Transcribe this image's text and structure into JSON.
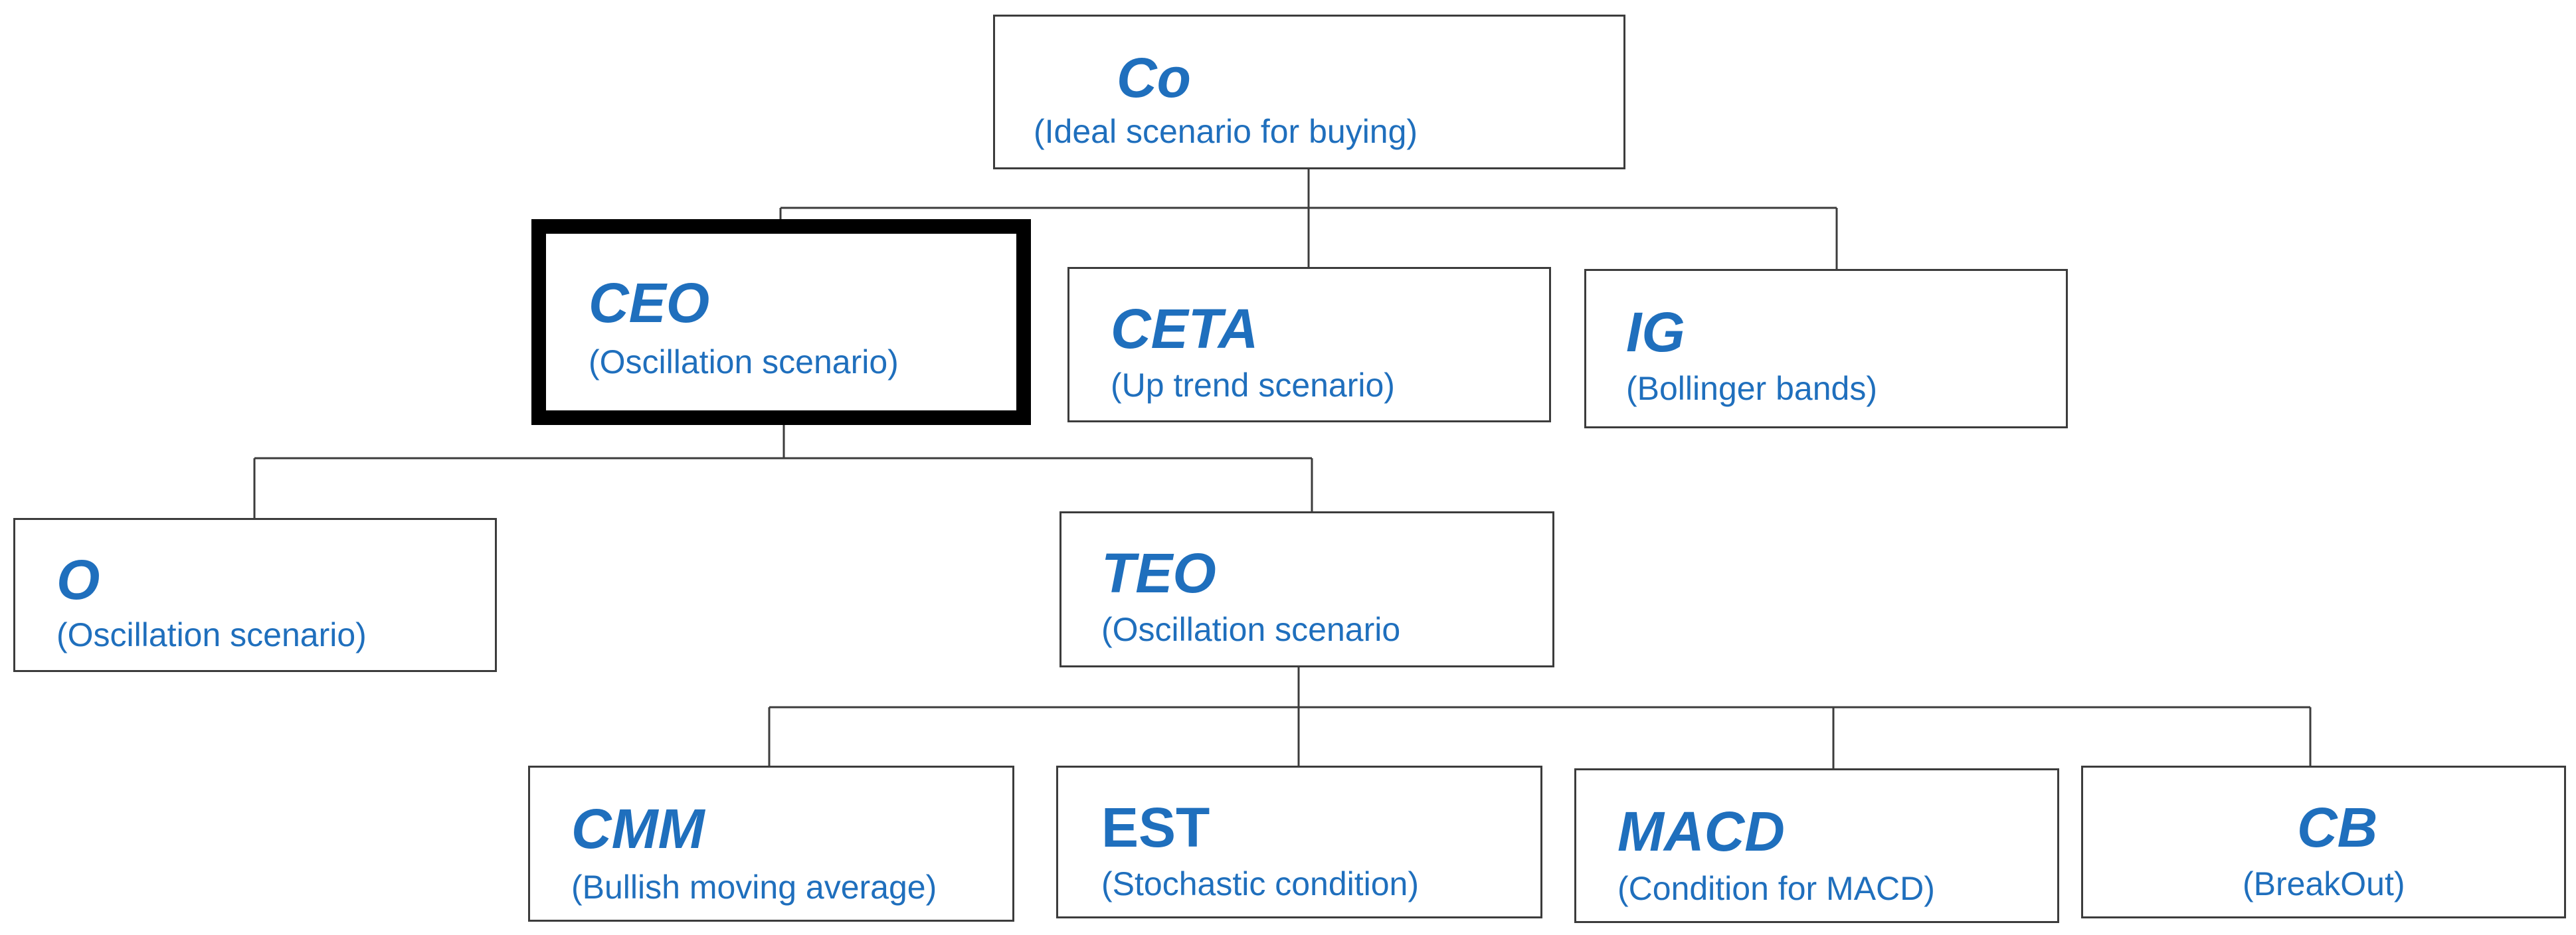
{
  "colors": {
    "text": "#1f6fbd",
    "border": "#3c3c3c",
    "selected_border": "#000000"
  },
  "nodes": {
    "co": {
      "title": "Co",
      "subtitle": "(Ideal scenario for buying)"
    },
    "ceo": {
      "title": "CEO",
      "subtitle": "(Oscillation scenario)",
      "selected": true
    },
    "ceta": {
      "title": "CETA",
      "subtitle": "(Up trend scenario)"
    },
    "ig": {
      "title": "IG",
      "subtitle": "(Bollinger bands)"
    },
    "o": {
      "title": "O",
      "subtitle": "(Oscillation scenario)"
    },
    "teo": {
      "title": "TEO",
      "subtitle": "(Oscillation scenario"
    },
    "cmm": {
      "title": "CMM",
      "subtitle": "(Bullish moving average)"
    },
    "est": {
      "title": "EST",
      "subtitle": "(Stochastic condition)"
    },
    "macd": {
      "title": "MACD",
      "subtitle": "(Condition for MACD)"
    },
    "cb": {
      "title": "CB",
      "subtitle": "(BreakOut)"
    }
  },
  "edges": [
    [
      "co",
      "ceo"
    ],
    [
      "co",
      "ceta"
    ],
    [
      "co",
      "ig"
    ],
    [
      "ceo",
      "o"
    ],
    [
      "ceo",
      "teo"
    ],
    [
      "teo",
      "cmm"
    ],
    [
      "teo",
      "est"
    ],
    [
      "teo",
      "macd"
    ],
    [
      "teo",
      "cb"
    ]
  ]
}
